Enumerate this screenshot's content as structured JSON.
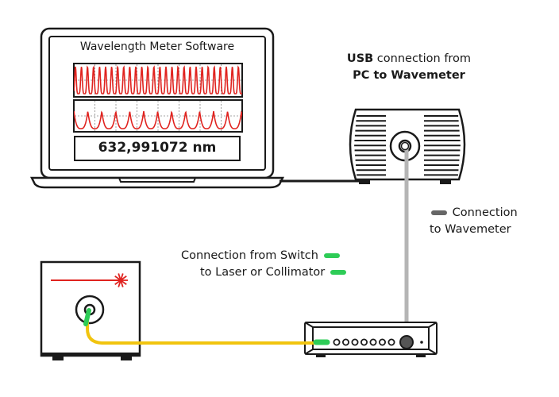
{
  "software": {
    "title": "Wavelength Meter Software",
    "readout": "632,991072 nm"
  },
  "labels": {
    "usb_bold_1": "USB",
    "usb_rest_1": " connection from",
    "usb_line_2": "PC to Wavemeter",
    "conn_wavemeter_1": "Connection",
    "conn_wavemeter_2": "to Wavemeter",
    "conn_switch_1": "Connection from Switch",
    "conn_switch_2": "to Laser or Collimator"
  },
  "colors": {
    "signal_red": "#e0231f",
    "fiber_yellow": "#f1c40f",
    "connector_green": "#2ecc57",
    "fiber_gray": "#b5b5b5",
    "wavemeter_fiber_legend": "#666666",
    "outline": "#1a1a1a"
  }
}
